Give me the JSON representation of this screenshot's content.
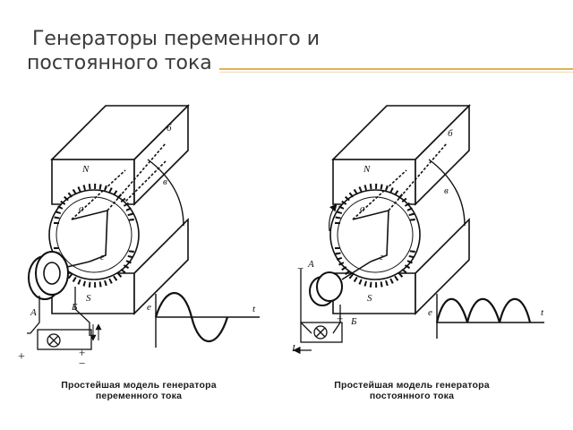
{
  "slide": {
    "title_line1": "Генераторы переменного и",
    "title_line2": "постоянного тока"
  },
  "left_figure": {
    "caption_line1": "Простейшая модель генератора",
    "caption_line2": "переменного тока",
    "labels": {
      "north": "N",
      "south": "S",
      "a": "а",
      "b": "б",
      "v": "в",
      "g": "г",
      "brush_a": "А",
      "brush_b": "Б",
      "e_axis": "е",
      "t_axis": "t",
      "plus": "+",
      "minus": "−"
    },
    "waveform": "sine"
  },
  "right_figure": {
    "caption_line1": "Простейшая модель генератора",
    "caption_line2": "постоянного тока",
    "labels": {
      "north": "N",
      "south": "S",
      "a": "а",
      "b": "б",
      "v": "в",
      "g": "г",
      "brush_a": "А",
      "brush_b": "Б",
      "e_axis": "е",
      "t_axis": "t",
      "plus": "+",
      "minus": "−",
      "current": "I"
    },
    "waveform": "rectified"
  }
}
